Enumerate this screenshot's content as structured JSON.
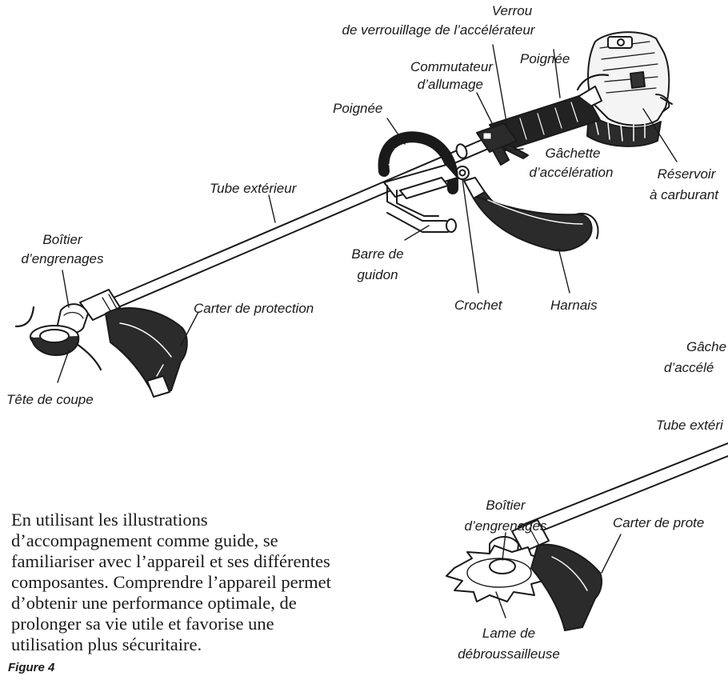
{
  "labels": {
    "verrou": "Verrou",
    "verrou2": "de verrouillage de l’accélérateur",
    "commutateur": "Commutateur",
    "commutateur2": "d’allumage",
    "poignee_top": "Poignée",
    "poignee_left": "Poignée",
    "gachette": "Gâchette",
    "gachette2": "d’accélération",
    "reservoir": "Réservoir",
    "reservoir2": "à carburant",
    "tube": "Tube extérieur",
    "boitier": "Boîtier",
    "boitier2": "d’engrenages",
    "barre": "Barre de",
    "barre2": "guidon",
    "carter": "Carter de protection",
    "crochet": "Crochet",
    "harnais": "Harnais",
    "tete": "Tête de coupe",
    "gachette_b": "Gâche",
    "gachette_b2": "d’accélé",
    "tube_b": "Tube extéri",
    "boitier_b": "Boîtier",
    "boitier_b2": "d’engrenages",
    "carter_b": "Carter de prote",
    "lame": "Lame de",
    "lame2": "débroussailleuse"
  },
  "paragraph": "En utilisant les illustrations d’accompagnement comme guide, se familiariser avec l’appareil et ses différentes composantes. Comprendre l’appareil permet d’obtenir une performance optimale, de prolonger sa vie utile et favorise une utilisation plus sécuritaire.",
  "figure_caption": "Figure 4"
}
